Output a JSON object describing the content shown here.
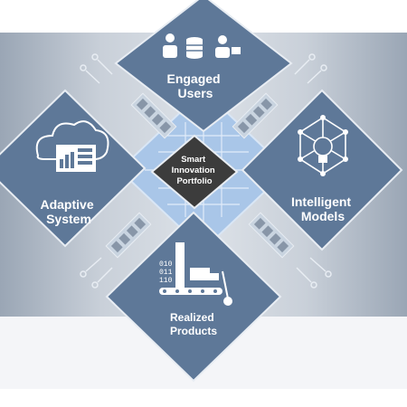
{
  "diagram": {
    "center": {
      "lines": [
        "Smart",
        "Innovation",
        "Portfolio"
      ]
    },
    "nodes": {
      "top": {
        "lines": [
          "Engaged",
          "Users"
        ],
        "icon": "people-and-data-icon"
      },
      "left": {
        "lines": [
          "Adaptive",
          "System"
        ],
        "icon": "cloud-dashboard-icon"
      },
      "right": {
        "lines": [
          "Intelligent",
          "Models"
        ],
        "icon": "lightbulb-network-icon"
      },
      "bottom": {
        "lines": [
          "Realized",
          "Products"
        ],
        "icon": "factory-conveyor-icon"
      }
    },
    "colors": {
      "tile": "#5e7898",
      "tile_border": "#e8edf3",
      "center": "#3c3c3c",
      "circuit": "#b9d2ee",
      "connector": "#7f8fa3"
    }
  }
}
